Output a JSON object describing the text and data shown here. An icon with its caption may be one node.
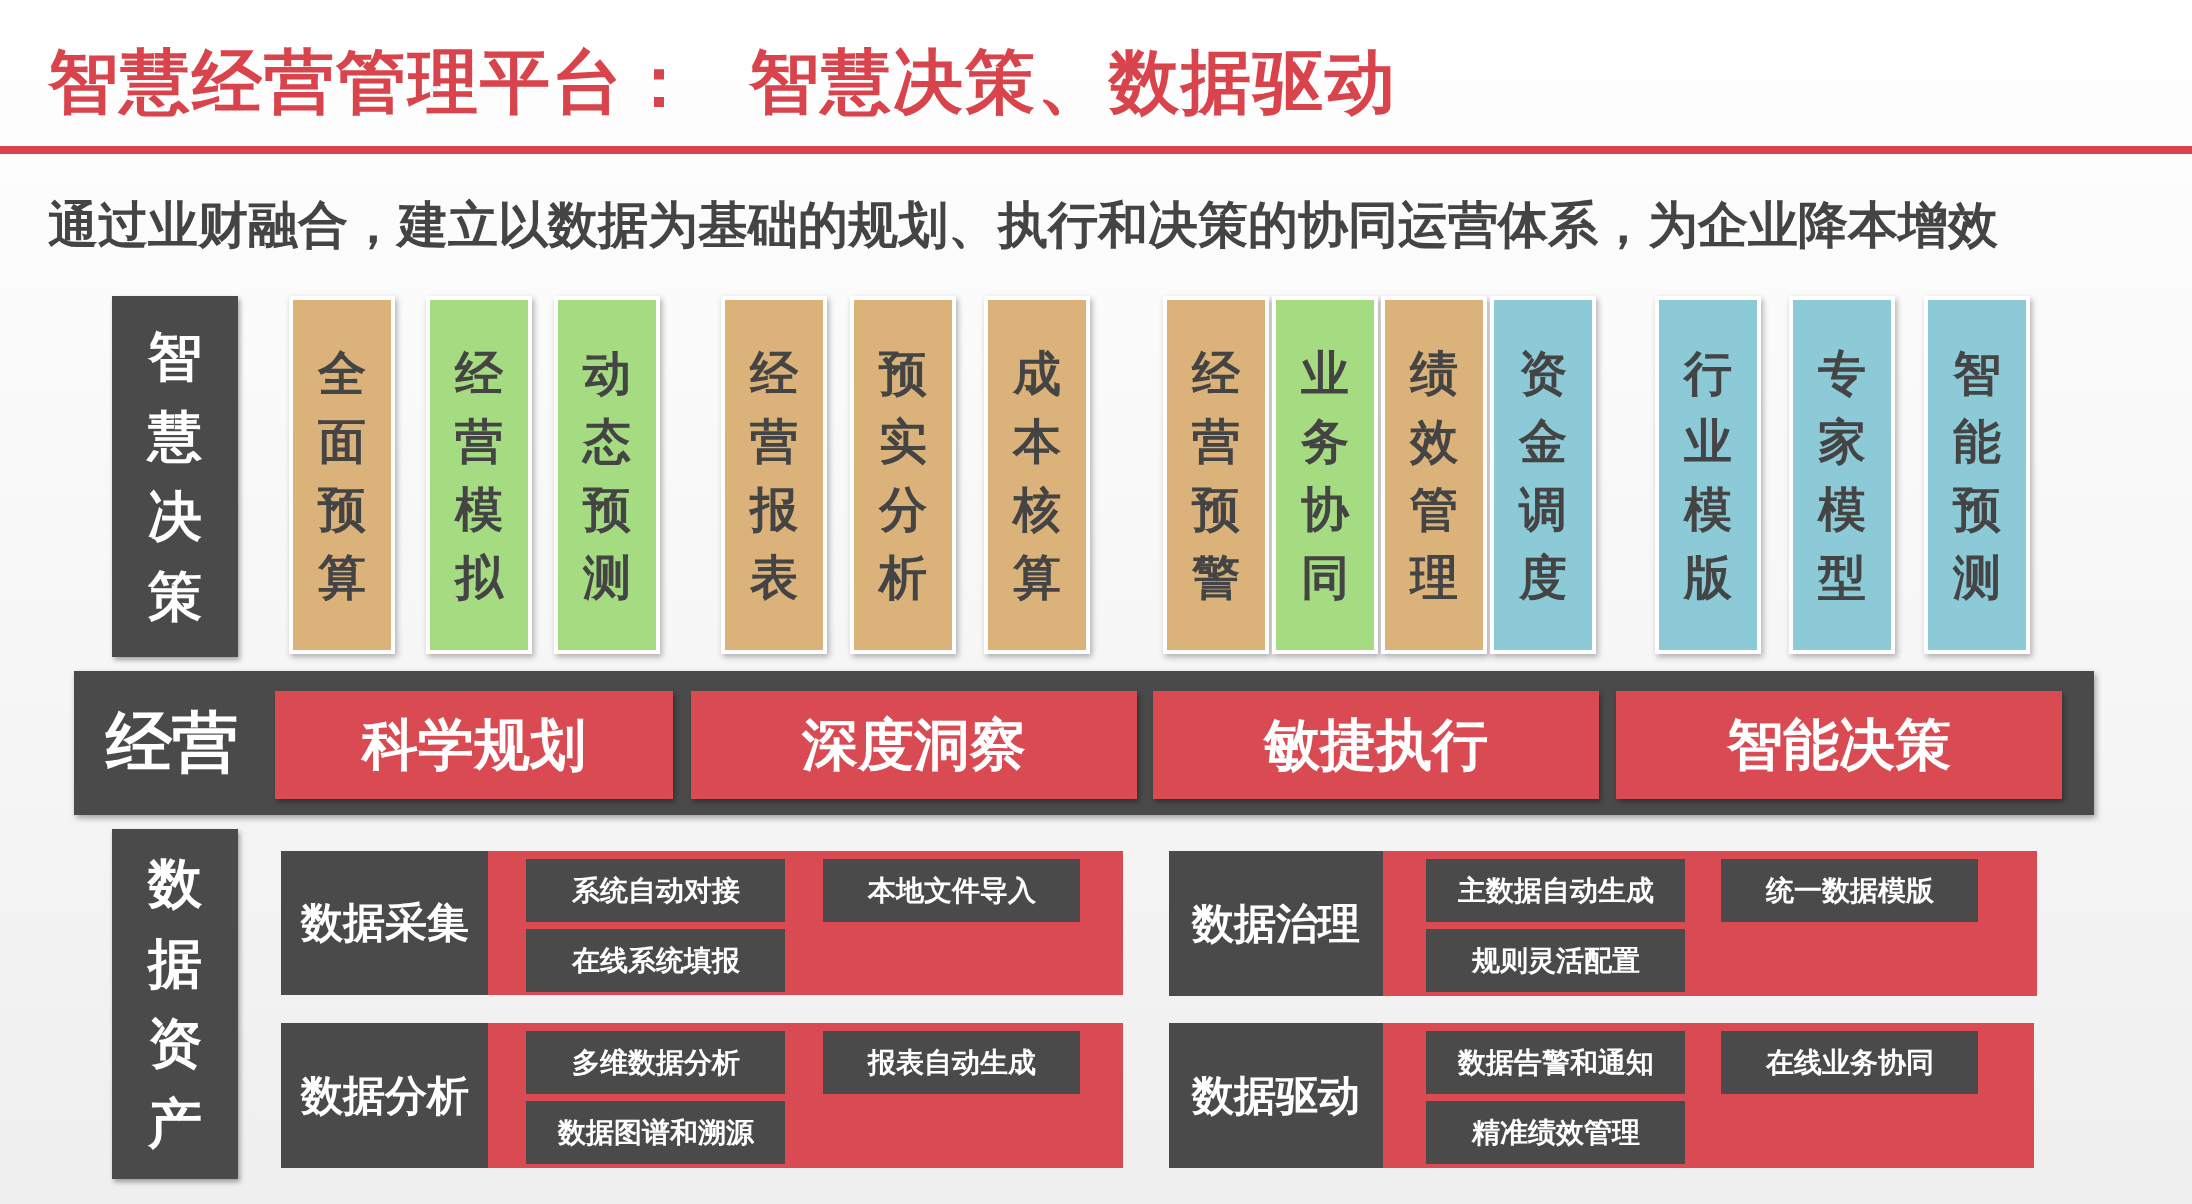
{
  "diagram": {
    "title": "智慧经营管理平台：  智慧决策、数据驱动",
    "nodes": [
      {
        "text": [
          "智慧决策"
        ]
      },
      {
        "text": [
          "全面预算"
        ]
      },
      {
        "text": [
          "经营模拟"
        ]
      },
      {
        "text": [
          "动态预测"
        ]
      },
      {
        "text": [
          "经营报表"
        ]
      },
      {
        "text": [
          "预实分析"
        ]
      },
      {
        "text": [
          "成本核算"
        ]
      },
      {
        "text": [
          "经营预警"
        ]
      },
      {
        "text": [
          "业务协同"
        ]
      },
      {
        "text": [
          "绩效管理"
        ]
      },
      {
        "text": [
          "资金调度"
        ]
      },
      {
        "text": [
          "行业模版"
        ]
      },
      {
        "text": [
          "专家模型"
        ]
      },
      {
        "text": [
          "智能预测"
        ]
      },
      {
        "text": [
          "经营"
        ]
      },
      {
        "text": [
          "科学规划"
        ],
        "in": 14
      },
      {
        "text": [
          "深度洞察"
        ],
        "in": 14
      },
      {
        "text": [
          "敏捷执行"
        ],
        "in": 14
      },
      {
        "text": [
          "智能决策"
        ],
        "in": 14
      },
      {
        "text": [
          "数据资产"
        ]
      },
      {
        "text": [
          "数据采集"
        ]
      },
      {
        "text": [
          "系统自动对接"
        ],
        "in": 20
      },
      {
        "text": [
          "本地文件导入"
        ],
        "in": 20
      },
      {
        "text": [
          "在线系统填报"
        ],
        "in": 20
      },
      {
        "text": [
          "数据治理"
        ]
      },
      {
        "text": [
          "主数据自动生成"
        ],
        "in": 24
      },
      {
        "text": [
          "统一数据模版"
        ],
        "in": 24
      },
      {
        "text": [
          "规则灵活配置"
        ],
        "in": 24
      },
      {
        "text": [
          "数据分析"
        ]
      },
      {
        "text": [
          "多维数据分析"
        ],
        "in": 28
      },
      {
        "text": [
          "报表自动生成"
        ],
        "in": 28
      },
      {
        "text": [
          "数据图谱和溯源"
        ],
        "in": 28
      },
      {
        "text": [
          "数据驱动"
        ]
      },
      {
        "text": [
          "数据告警和通知"
        ],
        "in": 32
      },
      {
        "text": [
          "在线业务协同"
        ],
        "in": 32
      },
      {
        "text": [
          "精准绩效管理"
        ],
        "in": 32
      }
    ],
    "edges": [],
    "labels": [
      "通过业财融合，建立以数据为基础的规划、执行和决策的协同运营体系，为企业降本增效"
    ]
  }
}
